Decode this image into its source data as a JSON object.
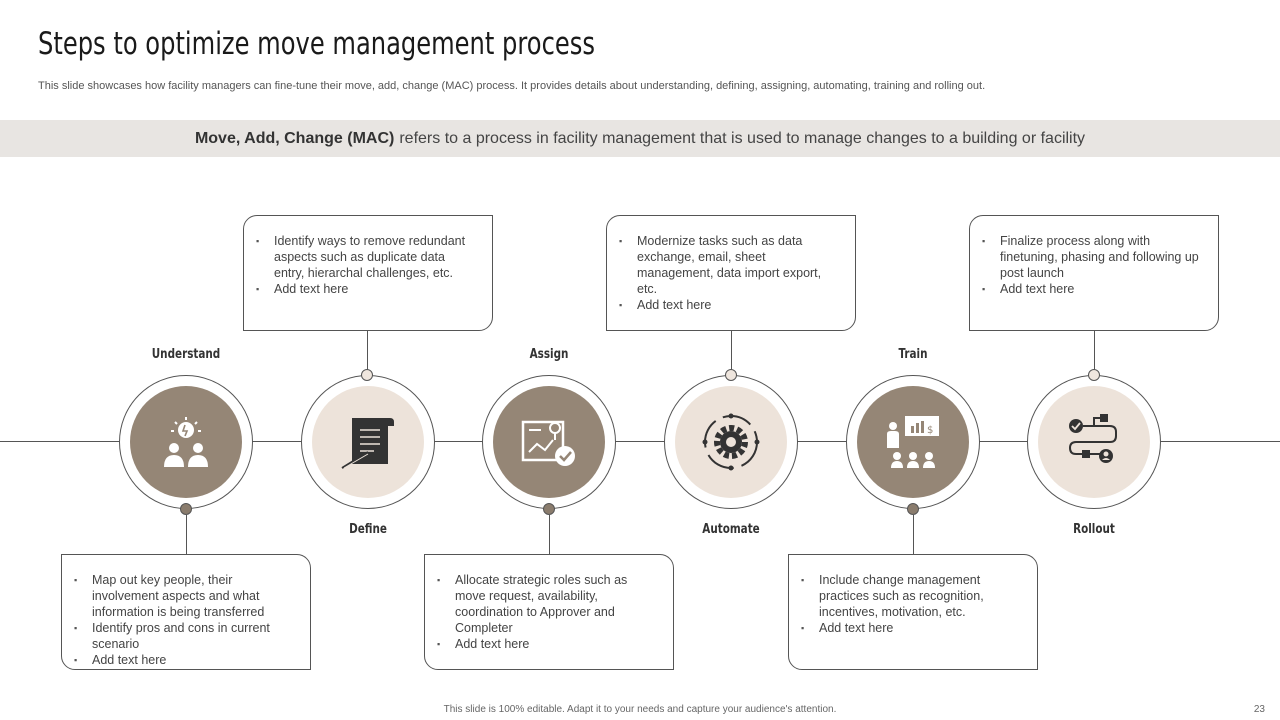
{
  "title": "Steps to optimize move management process",
  "subtitle": "This slide showcases how facility managers can fine-tune their move, add, change (MAC)  process. It provides details about understanding, defining, assigning, automating, training and rolling out.",
  "banner": {
    "bold": "Move, Add, Change (MAC)",
    "rest": "refers to a process in facility management that is used to manage changes to a building or facility"
  },
  "steps": [
    {
      "label": "Understand",
      "icon": "people-idea-icon",
      "bullets": [
        "Map out key people, their involvement  aspects and what information  is being transferred",
        "Identify pros and cons in current scenario",
        "Add text here"
      ]
    },
    {
      "label": "Define",
      "icon": "document-pen-icon",
      "bullets": [
        "Identify ways to remove  redundant aspects such as duplicate data entry, hierarchal challenges, etc.",
        "Add text here"
      ]
    },
    {
      "label": "Assign",
      "icon": "map-check-icon",
      "bullets": [
        "Allocate strategic roles such as move request, availability, coordination  to Approver and Completer",
        "Add text here"
      ]
    },
    {
      "label": "Automate",
      "icon": "gear-cycle-icon",
      "bullets": [
        "Modernize  tasks such as data exchange,  email,  sheet management,  data import export, etc.",
        "Add text here"
      ]
    },
    {
      "label": "Train",
      "icon": "presentation-audience-icon",
      "bullets": [
        "Include  change  management practices such as recognition, incentives,  motivation,  etc.",
        "Add text here"
      ]
    },
    {
      "label": "Rollout",
      "icon": "flow-process-icon",
      "bullets": [
        "Finalize  process  along  with finetuning,  phasing  and following up post launch",
        "Add text here"
      ]
    }
  ],
  "colors": {
    "dark_disc": "#958676",
    "light_disc": "#ede3da",
    "banner_bg": "#e8e5e2"
  },
  "footer": "This slide is 100% editable.  Adapt it to your needs and capture your audience's attention.",
  "page_number": "23"
}
